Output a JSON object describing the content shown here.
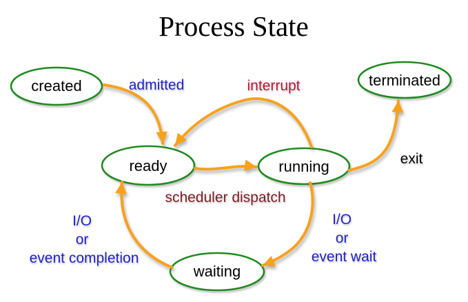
{
  "title": "Process State",
  "colors": {
    "state_outline": "#1f8a1f",
    "arrow": "#f9a11b",
    "blue_label": "#2121cc",
    "red_label": "#c01330",
    "maroon_label": "#7d2129",
    "black_label": "#000000"
  },
  "states": [
    {
      "label": "created"
    },
    {
      "label": "ready"
    },
    {
      "label": "running"
    },
    {
      "label": "waiting"
    },
    {
      "label": "terminated"
    }
  ],
  "transitions": [
    {
      "label": "admitted",
      "from": "created",
      "to": "ready"
    },
    {
      "label": "interrupt",
      "from": "running",
      "to": "ready"
    },
    {
      "label": "scheduler dispatch",
      "from": "ready",
      "to": "running"
    },
    {
      "label": "exit",
      "from": "running",
      "to": "terminated"
    },
    {
      "label_lines": [
        "I/O",
        "or",
        "event completion"
      ],
      "from": "waiting",
      "to": "ready"
    },
    {
      "label_lines": [
        "I/O",
        "or",
        "event wait"
      ],
      "from": "running",
      "to": "waiting"
    }
  ]
}
